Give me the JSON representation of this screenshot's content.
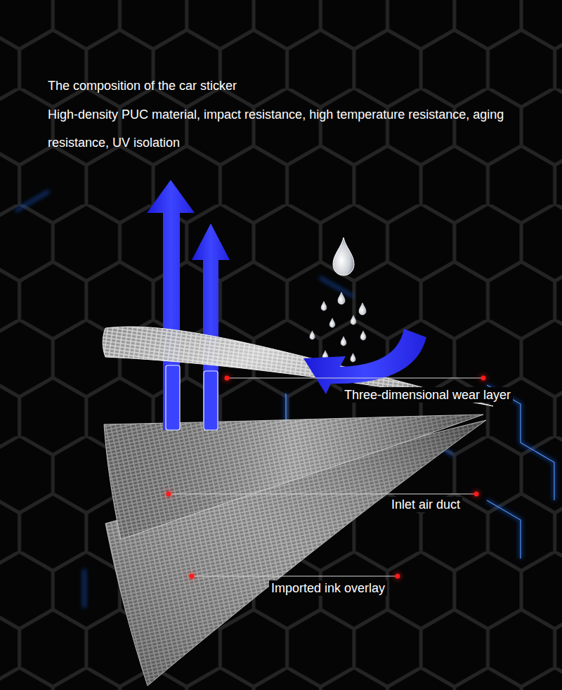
{
  "diagram": {
    "title": "The composition of the car sticker",
    "labels": [
      "High-density PUC material, impact resistance, high temperature resistance, aging resistance, UV isolation",
      "Three-dimensional wear layer",
      "Inlet air duct",
      "Imported ink overlay"
    ]
  }
}
